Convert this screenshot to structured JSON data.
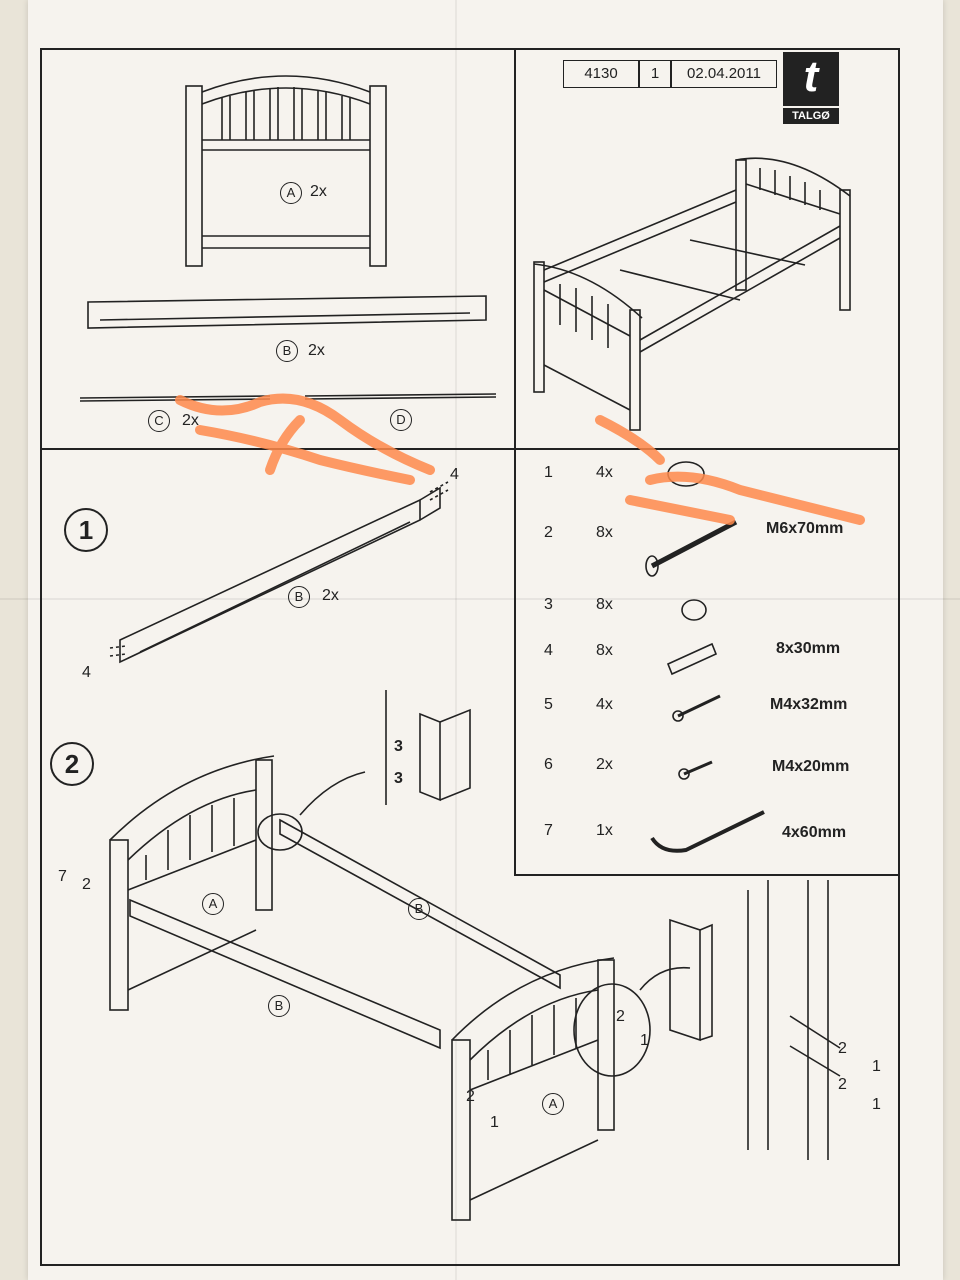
{
  "header": {
    "article_no": "4130",
    "page_no": "1",
    "date": "02.04.2011",
    "brand_letter": "t",
    "brand_name": "TALGØ"
  },
  "parts": [
    {
      "label": "A",
      "qty": "2x"
    },
    {
      "label": "B",
      "qty": "2x"
    },
    {
      "label": "C",
      "qty": "2x"
    },
    {
      "label": "D",
      "qty": ""
    }
  ],
  "steps": [
    {
      "number": "1",
      "part_label": "B",
      "part_qty": "2x",
      "callout_top": "4",
      "callout_bottom": "4"
    },
    {
      "number": "2",
      "callouts": [
        "7",
        "2",
        "3",
        "3",
        "2",
        "1",
        "2",
        "1",
        "2",
        "1",
        "2",
        "1"
      ],
      "part_labels": [
        "A",
        "B",
        "B",
        "A"
      ]
    }
  ],
  "hardware": [
    {
      "num": "1",
      "qty": "4x",
      "size": "",
      "icon": "cap-nut-icon"
    },
    {
      "num": "2",
      "qty": "8x",
      "size": "M6x70mm",
      "icon": "bolt-icon"
    },
    {
      "num": "3",
      "qty": "8x",
      "size": "",
      "icon": "barrel-nut-icon"
    },
    {
      "num": "4",
      "qty": "8x",
      "size": "8x30mm",
      "icon": "dowel-icon"
    },
    {
      "num": "5",
      "qty": "4x",
      "size": "M4x32mm",
      "icon": "screw-icon"
    },
    {
      "num": "6",
      "qty": "2x",
      "size": "M4x20mm",
      "icon": "short-screw-icon"
    },
    {
      "num": "7",
      "qty": "1x",
      "size": "4x60mm",
      "icon": "allen-key-icon"
    }
  ],
  "colors": {
    "marker": "#ff8a4c",
    "ink": "#222222",
    "paper": "#f6f3ee"
  }
}
